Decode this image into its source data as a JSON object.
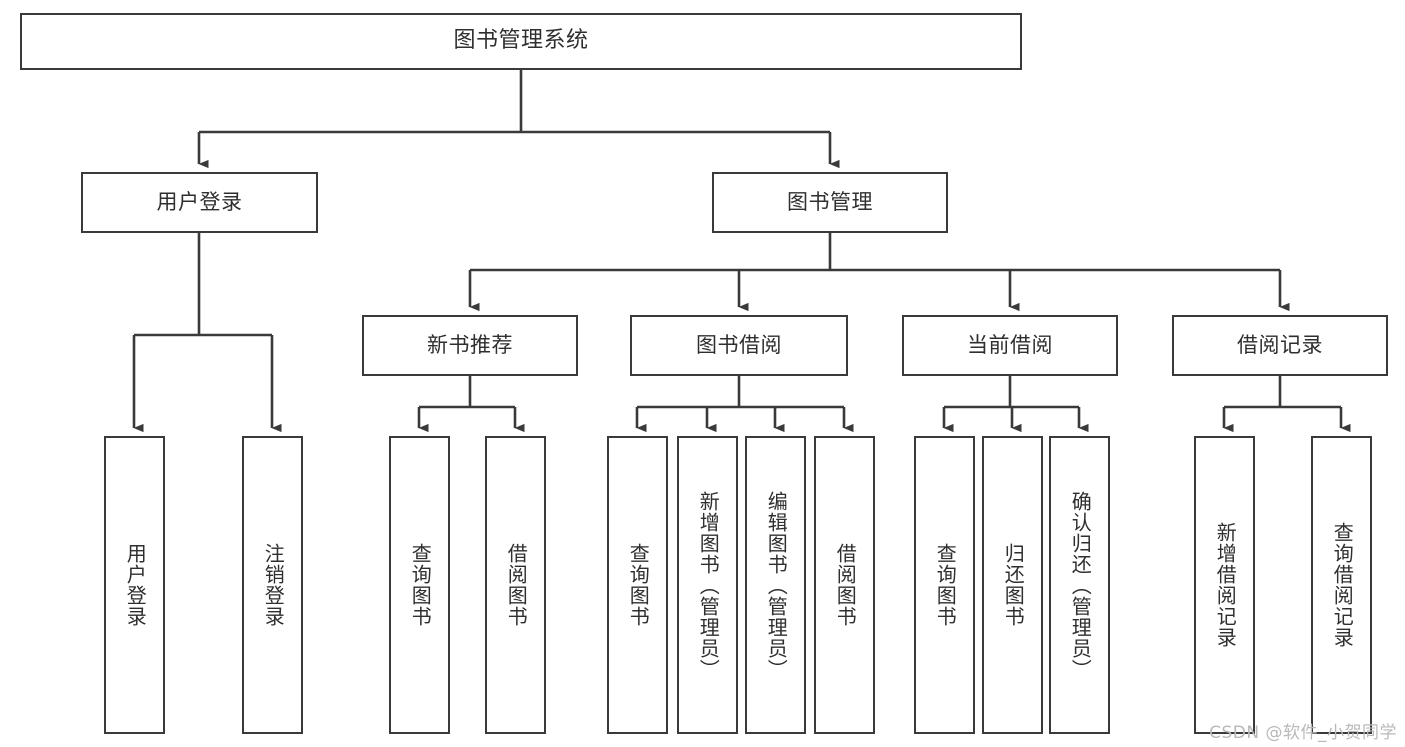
{
  "diagram": {
    "title": "图书管理系统",
    "type": "tree-hierarchy-chart",
    "colors": {
      "stroke": "#3a3a3a",
      "fill": "#ffffff",
      "text": "#2f2f2f",
      "watermark": "#b9b9b9"
    },
    "watermark": "CSDN @软件_小贺同学",
    "nodes": {
      "root": "图书管理系统",
      "level2": {
        "user_login": "用户登录",
        "book_manage": "图书管理"
      },
      "level3": {
        "new_book_recommend": "新书推荐",
        "book_borrow": "图书借阅",
        "current_borrow": "当前借阅",
        "borrow_record": "借阅记录"
      },
      "leaves": {
        "user_login_children": [
          "用户登录",
          "注销登录"
        ],
        "new_book_recommend_children": [
          "查询图书",
          "借阅图书"
        ],
        "book_borrow_children": [
          "查询图书",
          "新增图书（管理员）",
          "编辑图书（管理员）",
          "借阅图书"
        ],
        "current_borrow_children": [
          "查询图书",
          "归还图书",
          "确认归还（管理员）"
        ],
        "borrow_record_children": [
          "新增借阅记录",
          "查询借阅记录"
        ]
      }
    }
  }
}
